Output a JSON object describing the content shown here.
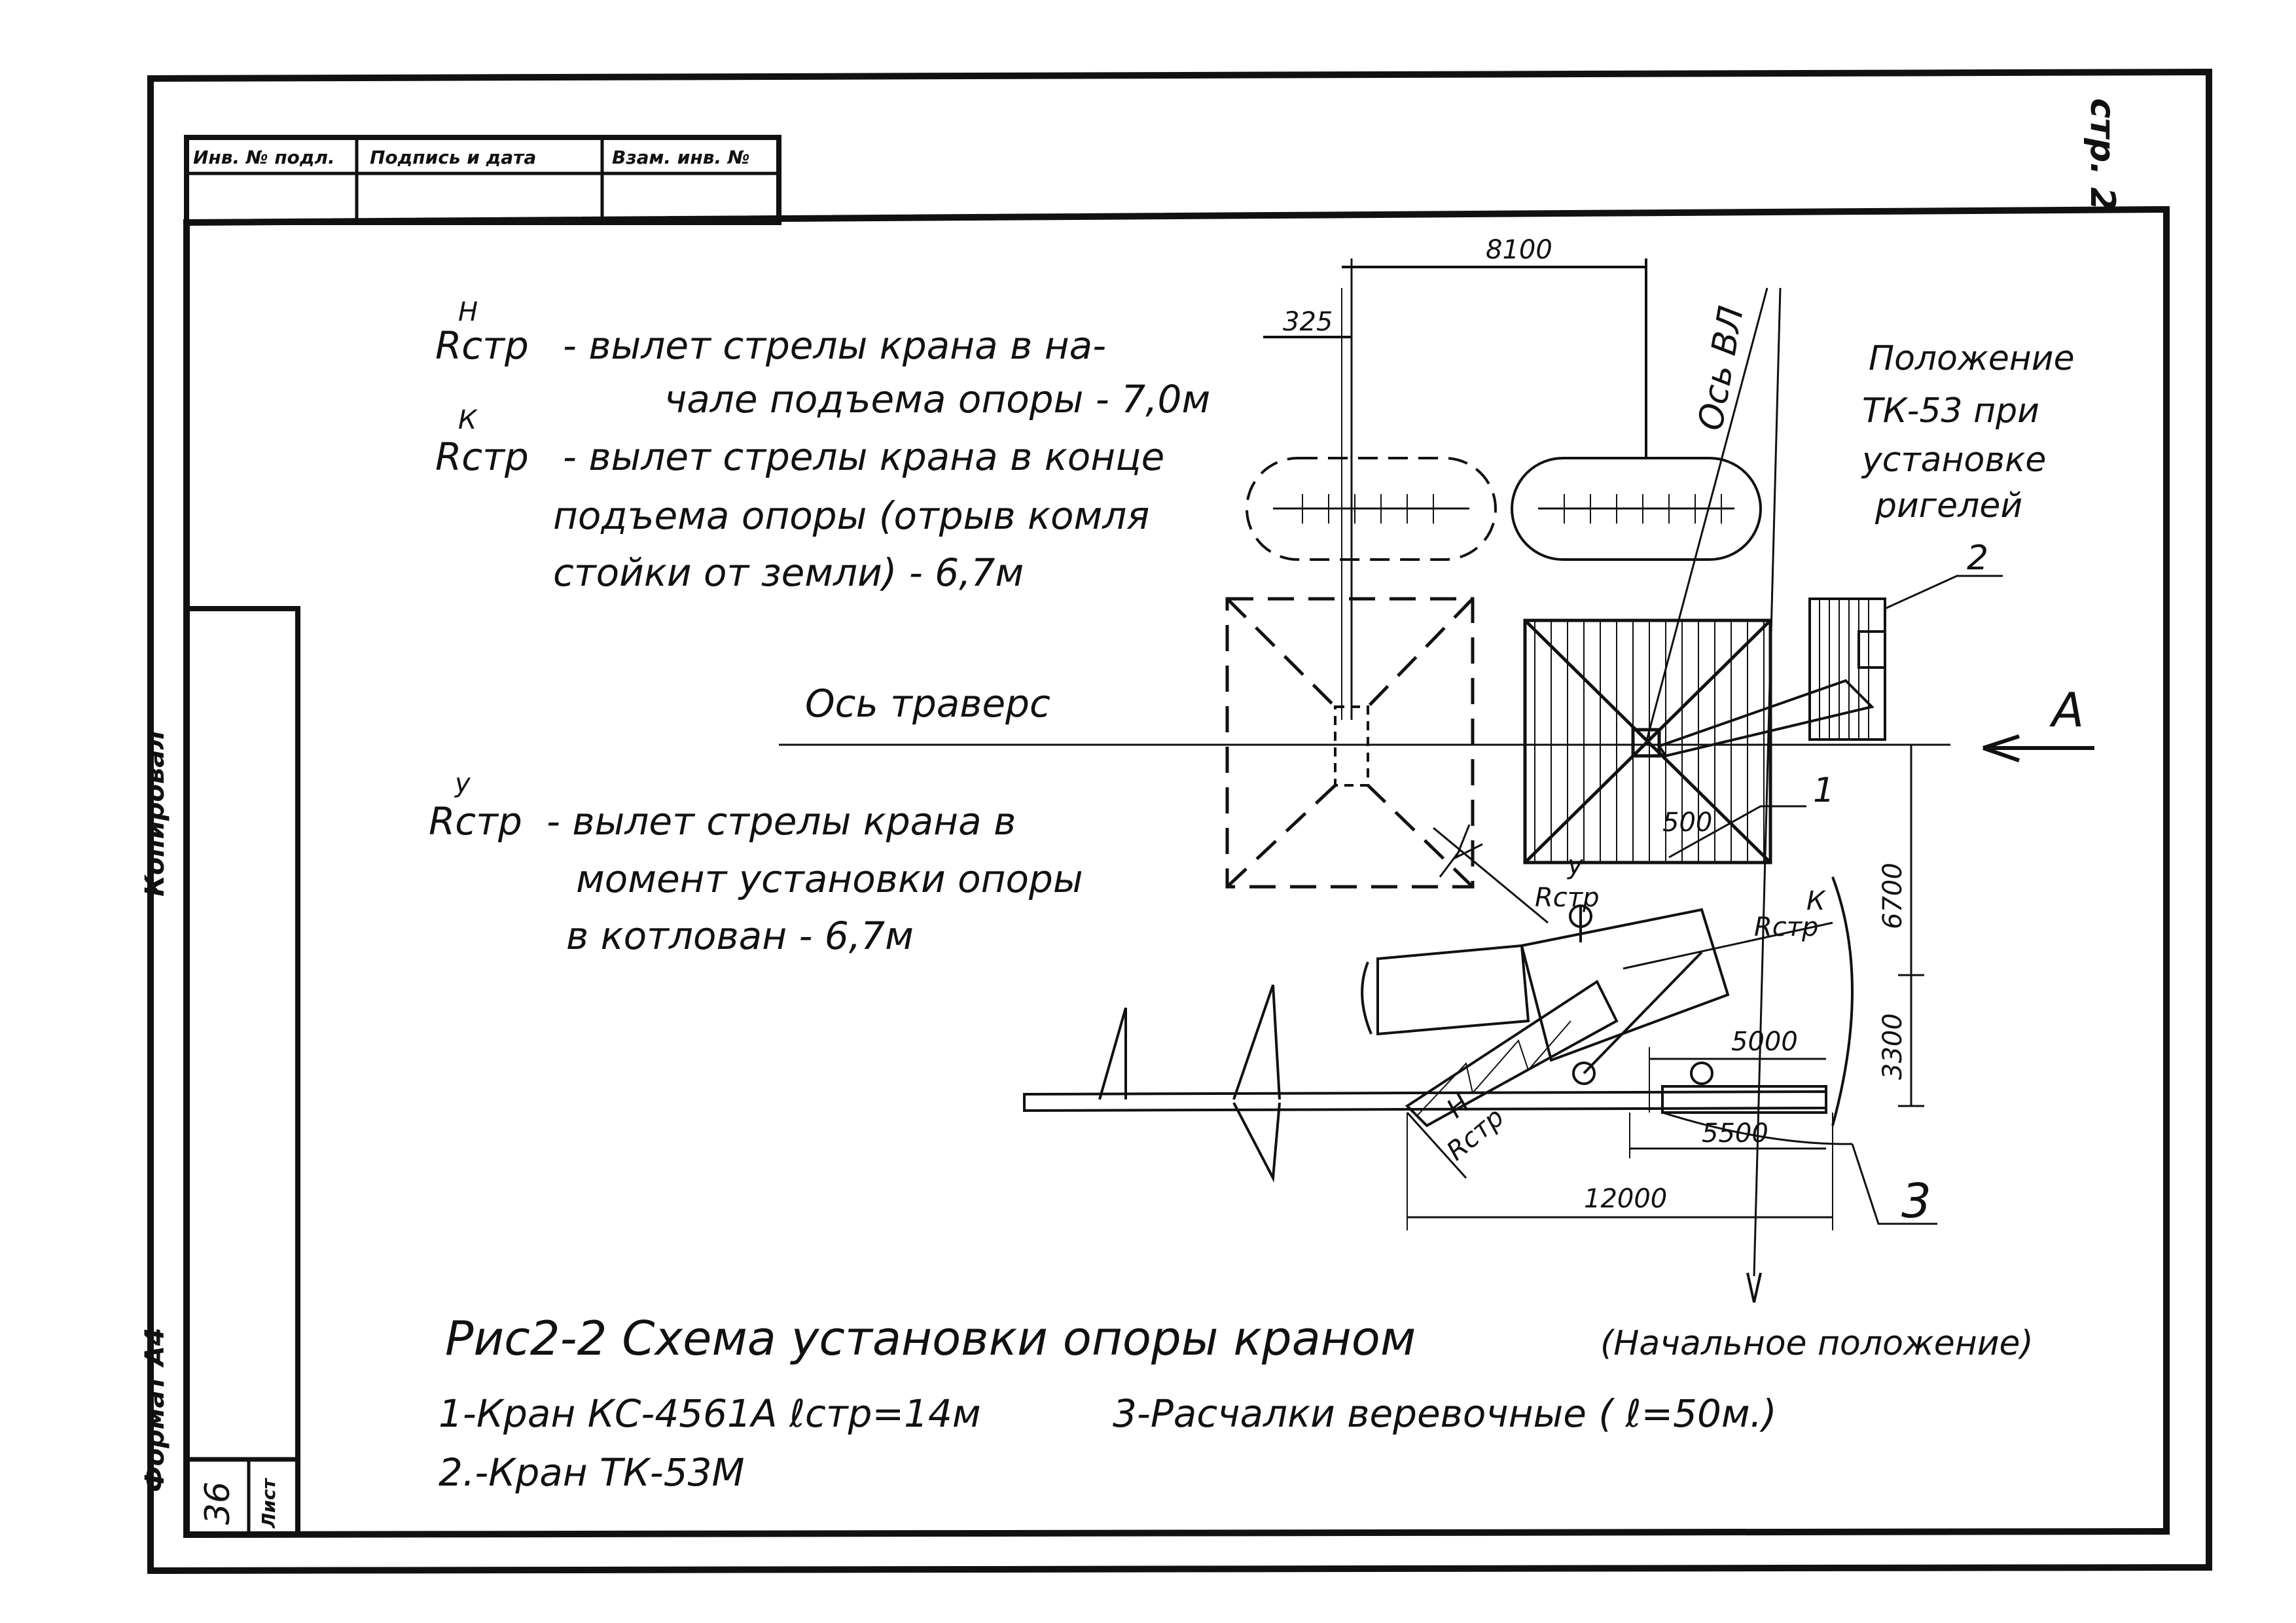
{
  "title_block": {
    "headers": [
      "Инв. № подл.",
      "Подпись и дата",
      "Взам. инв. №"
    ]
  },
  "corner_mark": "стр. 2",
  "side_labels": {
    "top": "Копировал",
    "bottom": "Формат А4"
  },
  "sheet_box": {
    "label": "Лист",
    "number": "36"
  },
  "legend": {
    "r_n_symbol": "Rстр",
    "r_n_sup": "Н",
    "r_n_line1": "- вылет стрелы крана в на-",
    "r_n_line2": "чале подъема опоры - 7,0м",
    "r_k_symbol": "Rстр",
    "r_k_sup": "К",
    "r_k_line1": "- вылет стрелы крана в конце",
    "r_k_line2": "подъема опоры (отрыв комля",
    "r_k_line3": "стойки от земли) - 6,7м",
    "axis_traverse": "Ось траверс",
    "r_u_symbol": "Rстр",
    "r_u_sup": "у",
    "r_u_line1": "- вылет стрелы крана в",
    "r_u_line2": "момент установки опоры",
    "r_u_line3": "в котлован - 6,7м"
  },
  "diagram": {
    "tk53_note": [
      "Положение",
      "ТК-53 при",
      "установке",
      "ригелей"
    ],
    "axis_vl": "Ось ВЛ",
    "arrow_a": "А",
    "markers": {
      "one": "1",
      "two": "2",
      "three": "3"
    },
    "r_labels": {
      "rk": "Rстр",
      "rk_sup": "К",
      "ru": "Rстр",
      "ru_sup": "у",
      "rn": "Rстр",
      "rn_sup": "Н"
    },
    "dimensions": {
      "d8100": "8100",
      "d325": "325",
      "d500": "500",
      "d6700": "6700",
      "d3300": "3300",
      "d5000": "5000",
      "d5500": "5500",
      "d12000": "12000"
    }
  },
  "caption": {
    "title": "Рис2-2  Схема установки  опоры краном",
    "title_note": "(Начальное положение)",
    "item1": "1-Кран КС-4561А  ℓстр=14м",
    "item3": "3-Расчалки веревочные ( ℓ=50м.)",
    "item2": "2.-Кран ТК-53М"
  }
}
